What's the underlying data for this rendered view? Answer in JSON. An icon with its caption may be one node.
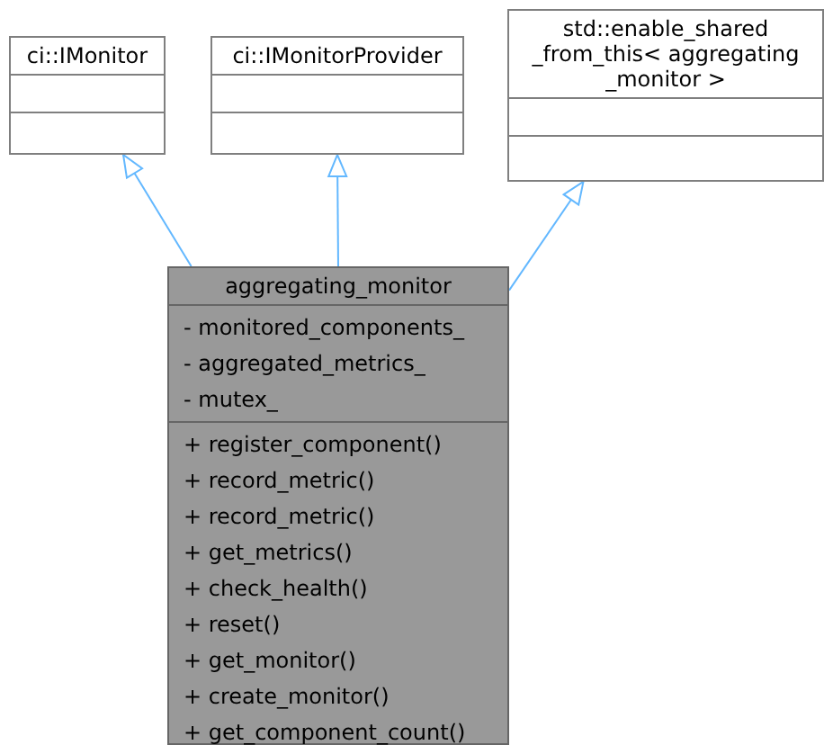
{
  "diagram": {
    "nodes": [
      {
        "text": [
          "ci::IMonitor"
        ]
      },
      {
        "text": [
          "ci::IMonitorProvider"
        ]
      },
      {
        "text": [
          "std::enable_shared _from_this< aggregating _monitor >"
        ]
      },
      {
        "text": [
          "aggregating_monitor"
        ]
      },
      {
        "text": [
          "- monitored_components_",
          "- aggregated_metrics_",
          "- mutex_"
        ],
        "in": 3
      },
      {
        "text": [
          "+ register_component()",
          "+ record_metric()",
          "+ record_metric()",
          "+ get_metrics()",
          "+ check_health()",
          "+ reset()",
          "+ get_monitor()",
          "+ create_monitor()",
          "+ get_component_count()"
        ],
        "in": 3
      }
    ],
    "edges": [
      {
        "from": 3,
        "to": 0,
        "arrow": "to"
      },
      {
        "from": 3,
        "to": 1,
        "arrow": "to"
      },
      {
        "from": 3,
        "to": 2,
        "arrow": "to"
      }
    ]
  }
}
